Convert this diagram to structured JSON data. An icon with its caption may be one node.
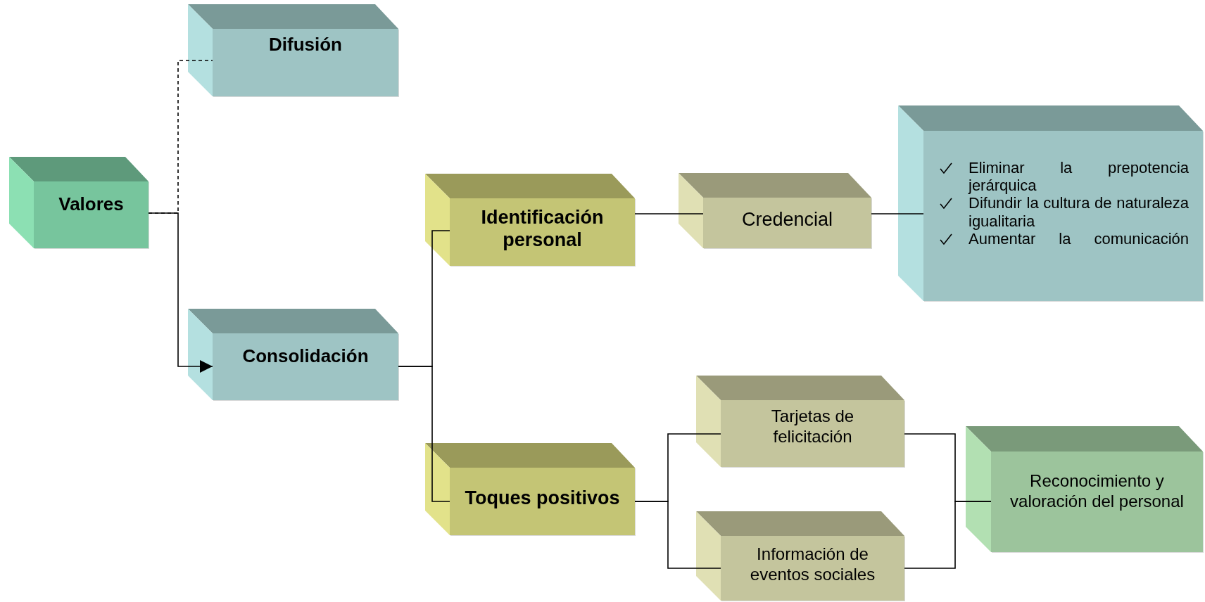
{
  "diagram": {
    "nodes": [
      {
        "text": [
          "Valores"
        ]
      },
      {
        "text": [
          "Difusión"
        ]
      },
      {
        "text": [
          "Consolidación"
        ]
      },
      {
        "text": [
          "Identificación personal"
        ]
      },
      {
        "text": [
          "Credencial"
        ]
      },
      {
        "text": [
          "Eliminar la prepotencia jerárquica",
          "Difundir la cultura de naturaleza igualitaria",
          "Aumentar la comunicación"
        ]
      },
      {
        "text": [
          "Toques positivos"
        ]
      },
      {
        "text": [
          "Tarjetas de felicitación"
        ]
      },
      {
        "text": [
          "Información de eventos sociales"
        ]
      },
      {
        "text": [
          "Reconocimiento y valoración del personal"
        ]
      }
    ],
    "edges": [
      {
        "from": 0,
        "to": 2,
        "arrow": "to"
      },
      {
        "from": 0,
        "to": 1,
        "arrow": "none",
        "style": "dashed"
      },
      {
        "from": 2,
        "to": 3,
        "arrow": "none"
      },
      {
        "from": 2,
        "to": 6,
        "arrow": "none"
      },
      {
        "from": 3,
        "to": 4,
        "arrow": "none"
      },
      {
        "from": 4,
        "to": 5,
        "arrow": "none"
      },
      {
        "from": 6,
        "to": 7,
        "arrow": "none"
      },
      {
        "from": 6,
        "to": 8,
        "arrow": "none"
      },
      {
        "from": 7,
        "to": 9,
        "arrow": "none"
      },
      {
        "from": 8,
        "to": 9,
        "arrow": "none"
      }
    ]
  }
}
